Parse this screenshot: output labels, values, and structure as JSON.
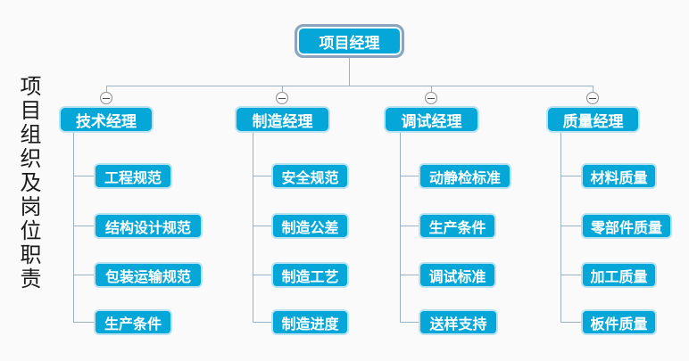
{
  "page_title": "项目组织及岗位职责",
  "root": {
    "label": "项目经理"
  },
  "branches": [
    {
      "label": "技术经理",
      "children": [
        "工程规范",
        "结构设计规范",
        "包装运输规范",
        "生产条件"
      ]
    },
    {
      "label": "制造经理",
      "children": [
        "安全规范",
        "制造公差",
        "制造工艺",
        "制造进度"
      ]
    },
    {
      "label": "调试经理",
      "children": [
        "动静检标准",
        "生产条件",
        "调试标准",
        "送样支持"
      ]
    },
    {
      "label": "质量经理",
      "children": [
        "材料质量",
        "零部件质量",
        "加工质量",
        "板件质量"
      ]
    }
  ],
  "icons": {
    "collapse": "minus-circle-icon"
  },
  "colors": {
    "node_fill": "#05A7D8",
    "node_text": "#FFFFFF",
    "node_border": "#B9E3F3",
    "root_border": "#8CA4C0",
    "connector": "#9AB2C8",
    "background": "#FAFAFA",
    "title_text": "#1A1A1A"
  }
}
